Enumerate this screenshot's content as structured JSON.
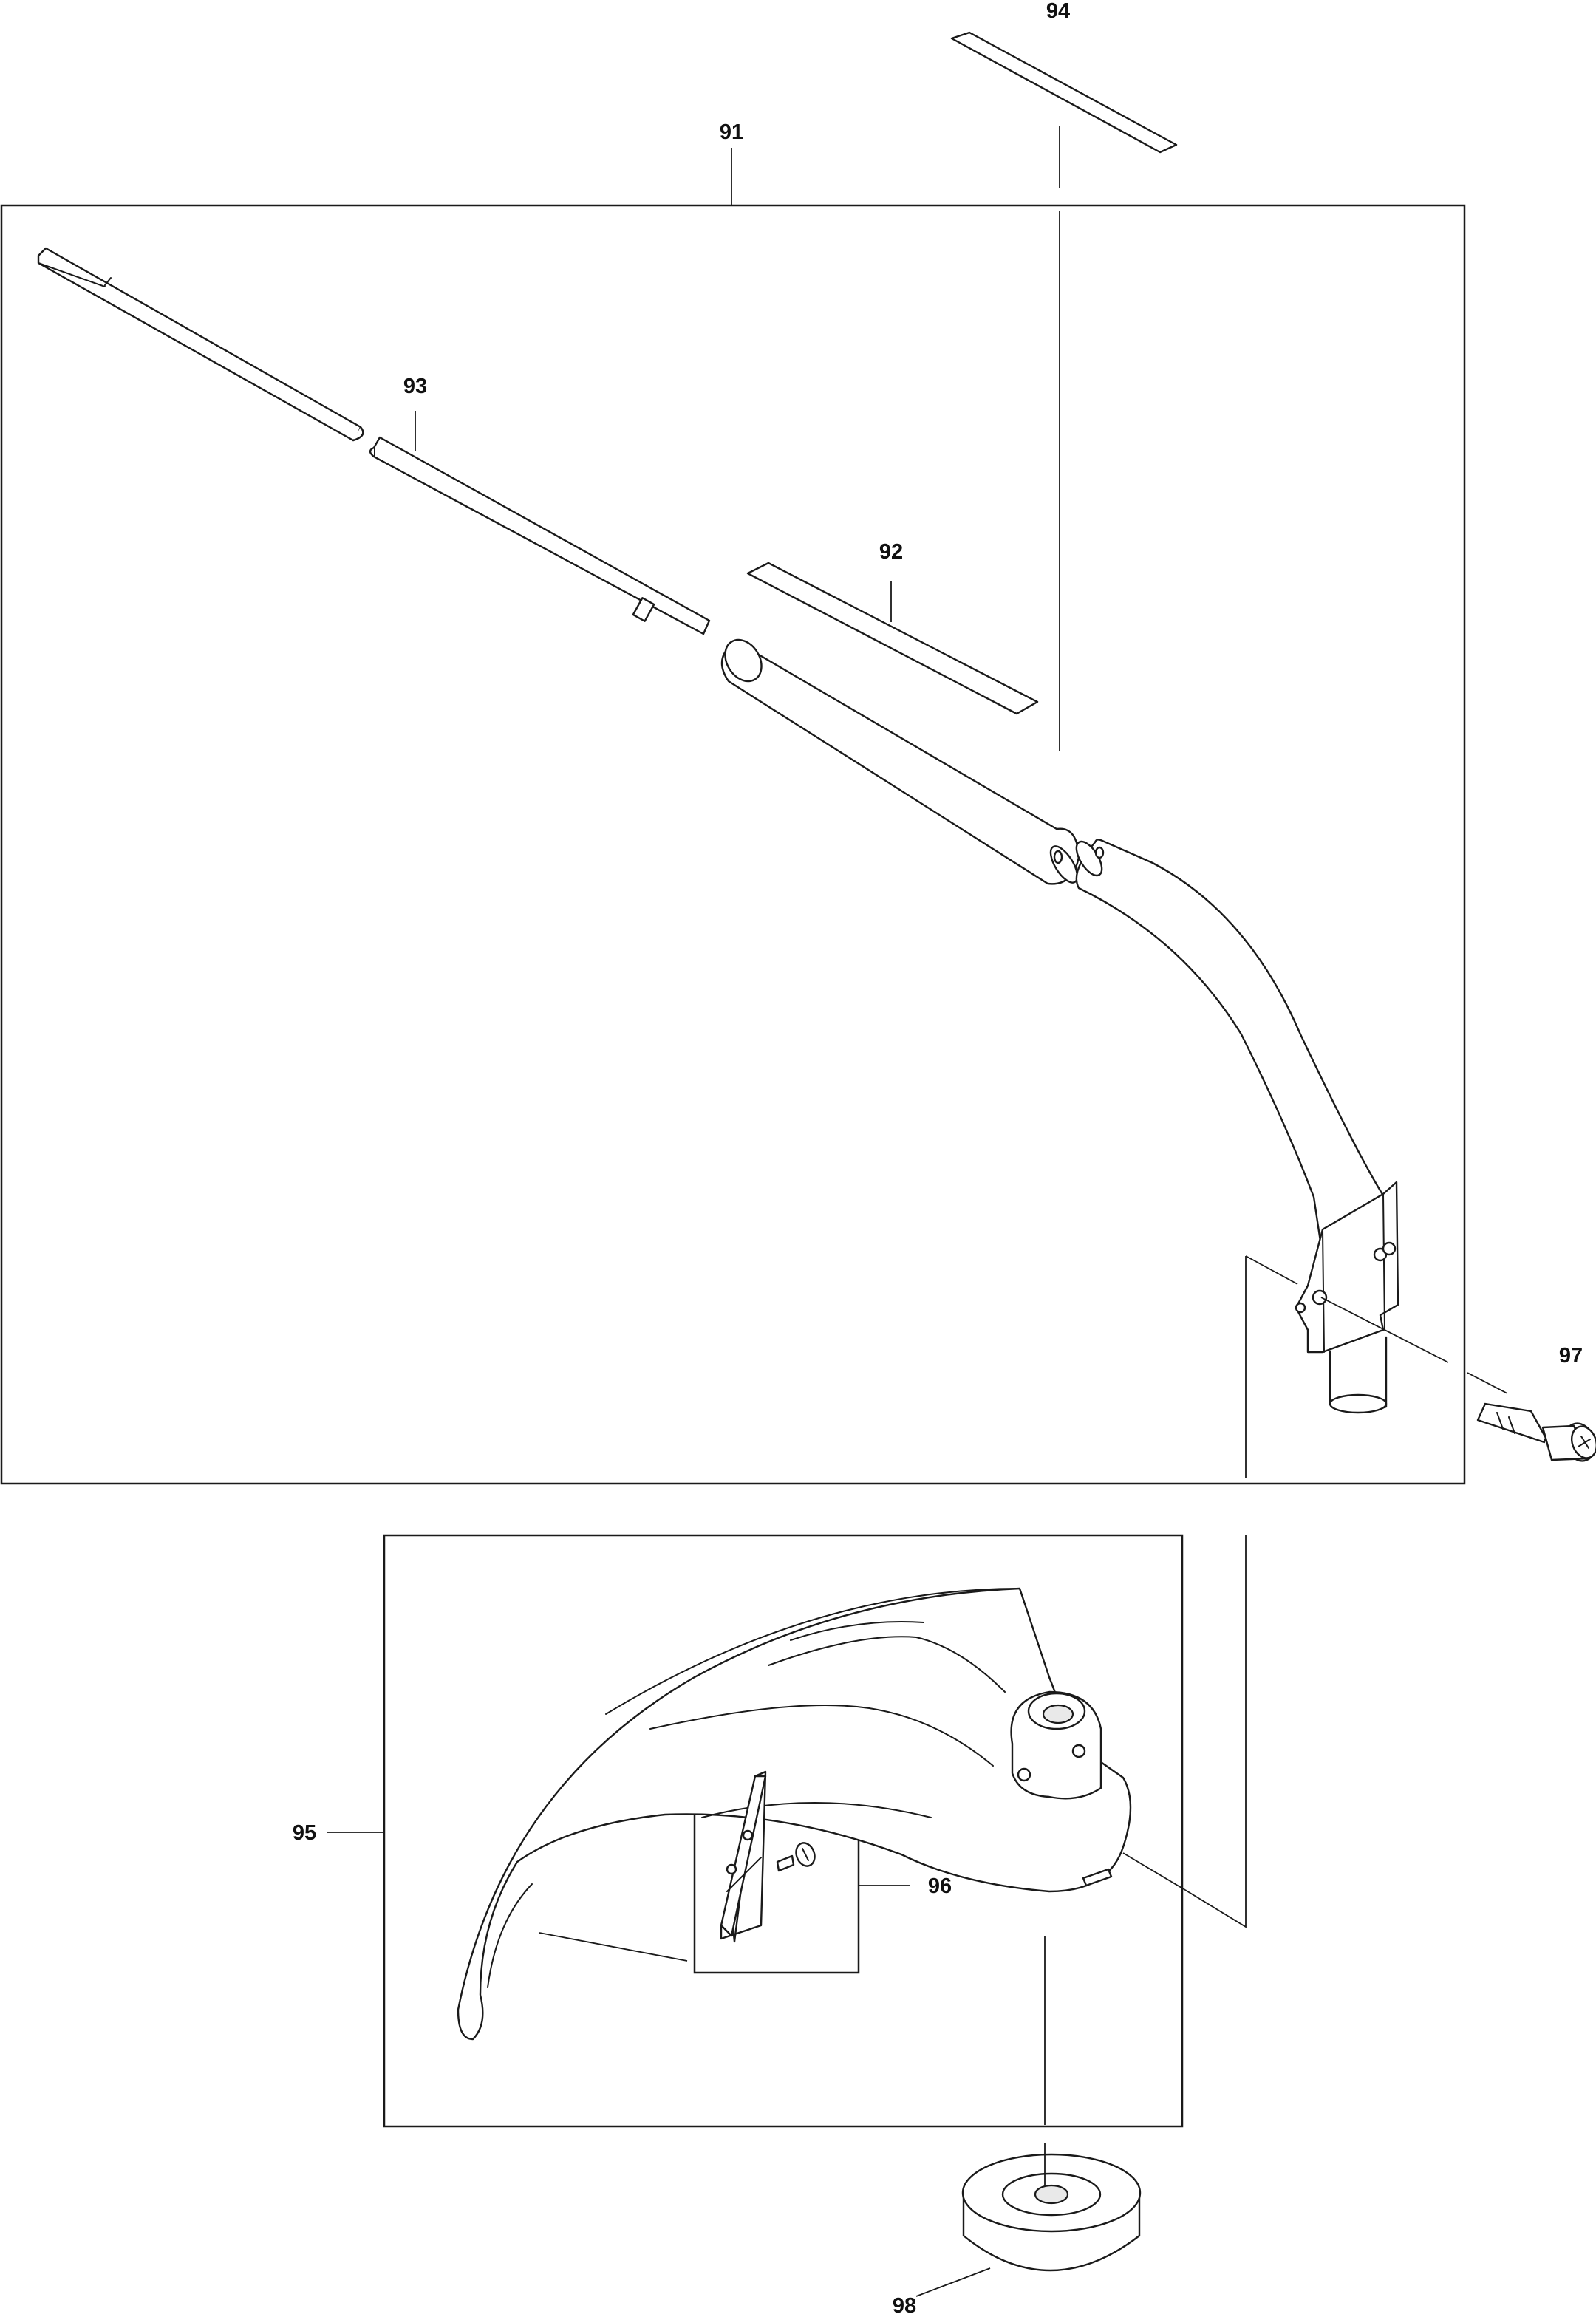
{
  "labels": {
    "p91": "91",
    "p92": "92",
    "p93": "93",
    "p94": "94",
    "p95": "95",
    "p96": "96",
    "p97": "97",
    "p98": "98"
  },
  "icons": {
    "drive_shaft": "drive-shaft-icon",
    "shaft_tube": "shaft-tube-icon",
    "label_sticker": "label-sticker-icon",
    "bolt": "bolt-icon",
    "guard": "guard-icon",
    "plate": "plate-icon",
    "spacer": "spacer-icon"
  }
}
